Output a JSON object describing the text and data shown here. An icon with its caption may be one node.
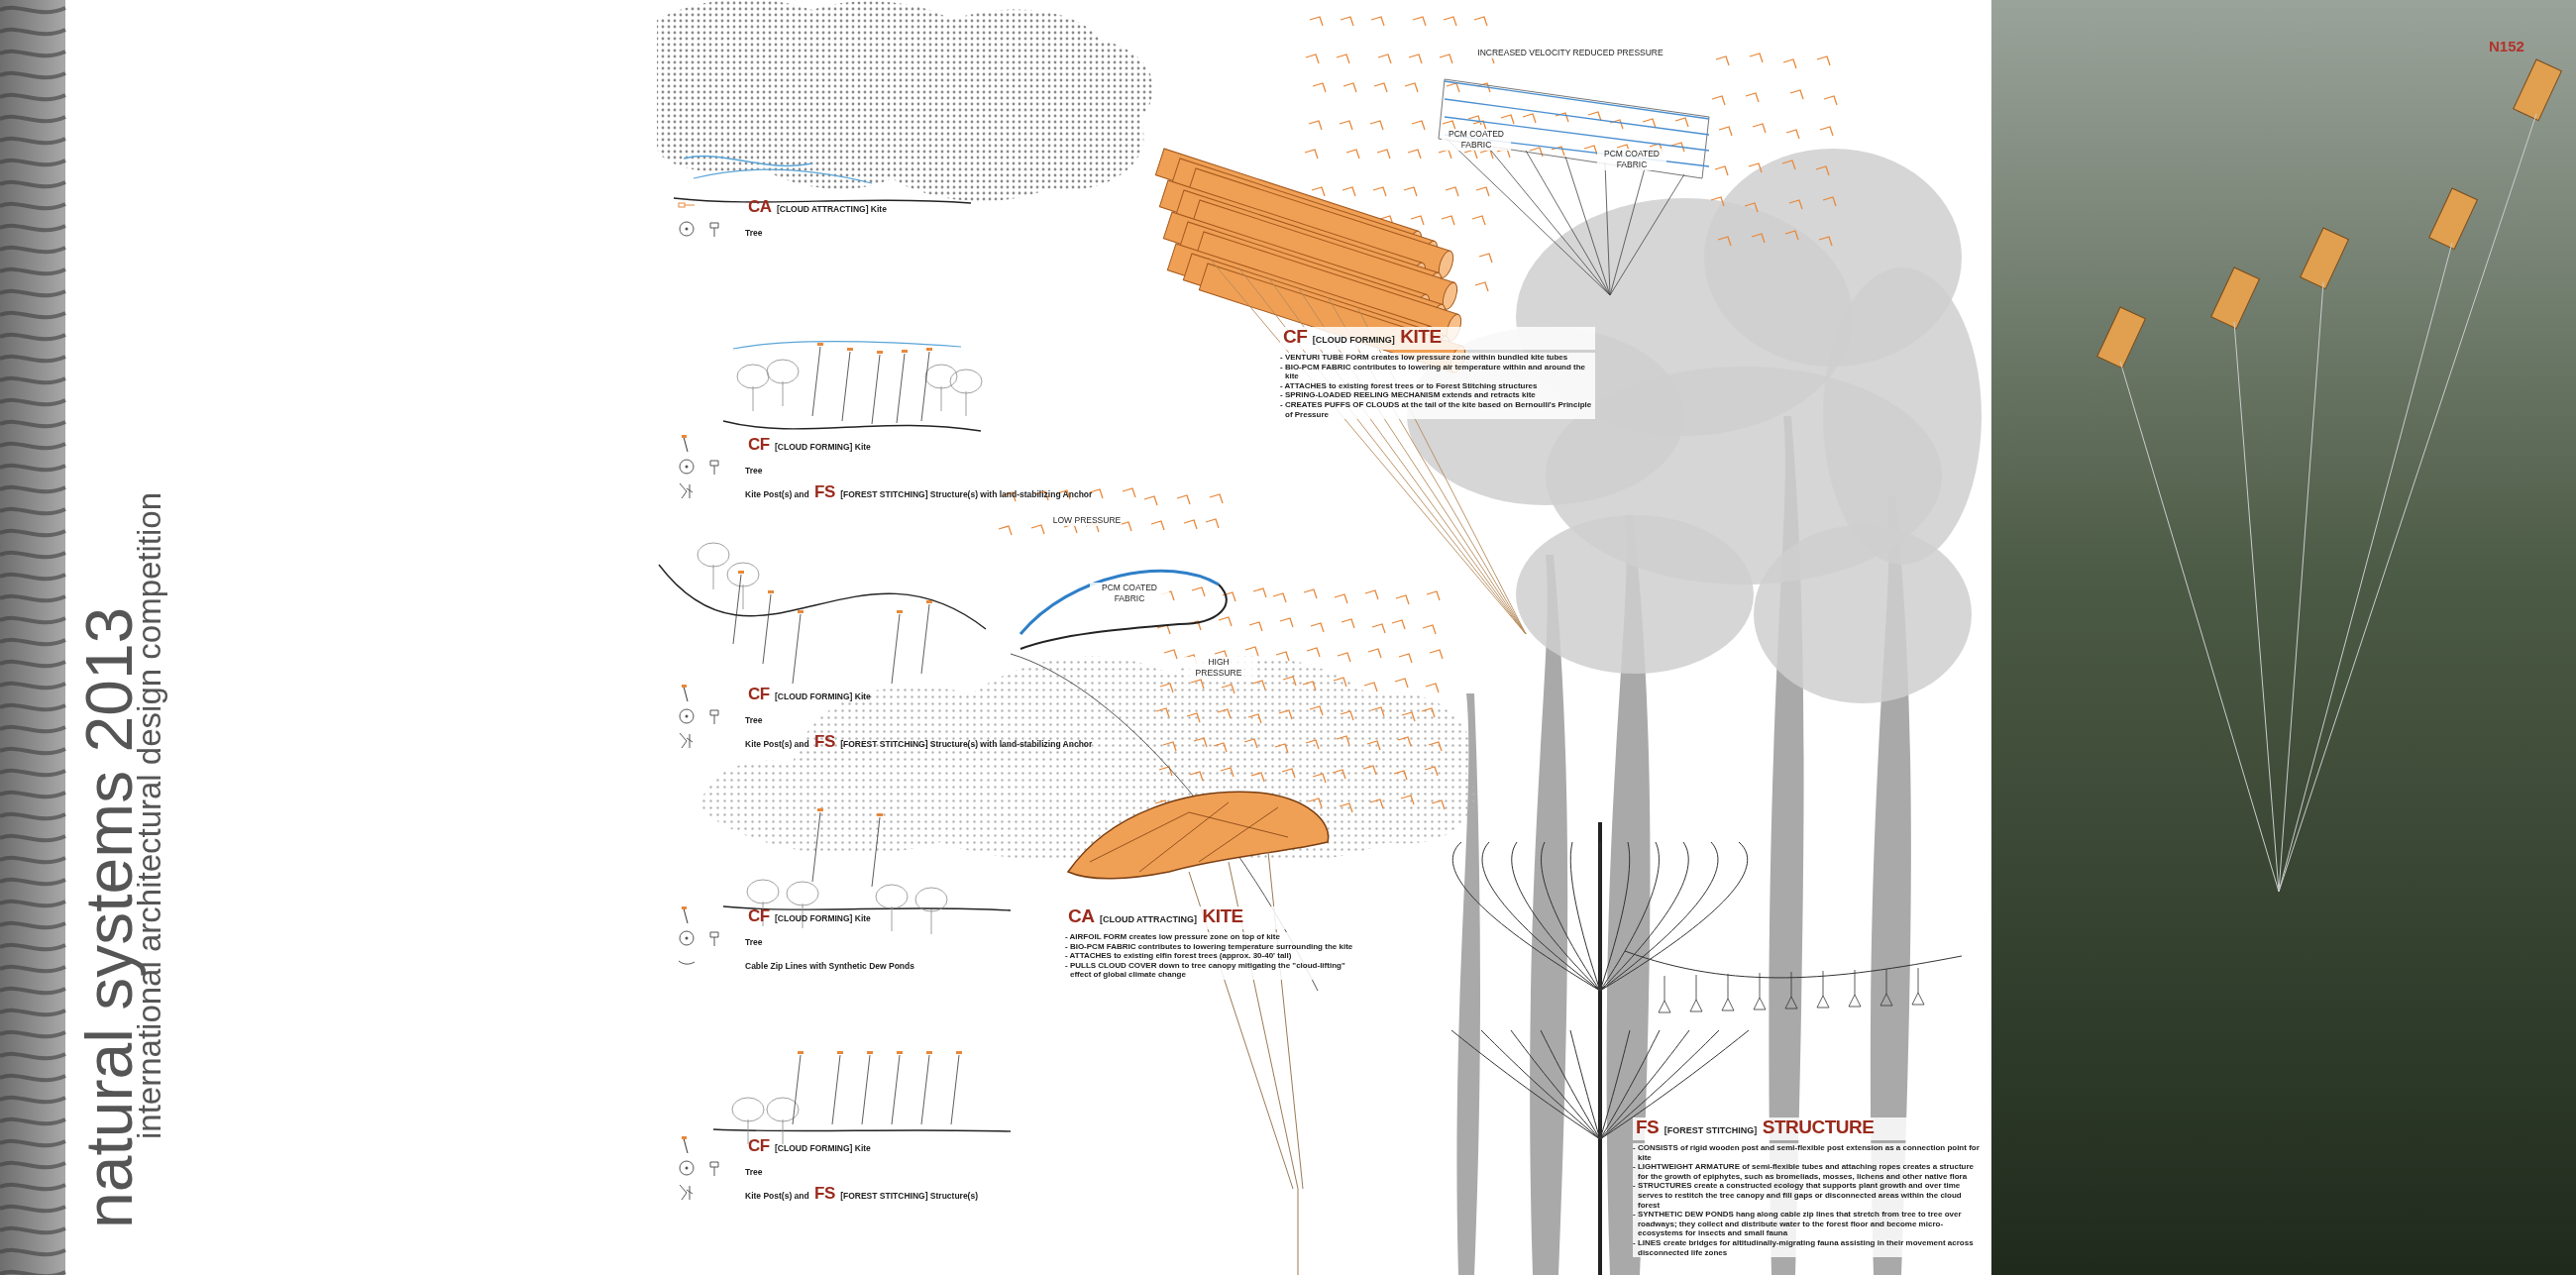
{
  "diagram": {
    "title": "natural systems 2013",
    "caption": "international architectural design competition",
    "labels": [
      "INCREASED VELOCITY REDUCED PRESSURE",
      "PCM COATED FABRIC",
      "PCM COATED FABRIC",
      "N152",
      "**CA** [CLOUD ATTRACTING] Kite",
      "Tree",
      "**CF** [CLOUD FORMING] **KITE**",
      "- VENTURI TUBE FORM creates low pressure zone within bundled kite tubes",
      "- BIO-PCM FABRIC contributes to lowering air temperature within and around the kite",
      "- ATTACHES to existing forest trees or to Forest Stitching structures",
      "- SPRING-LOADED REELING MECHANISM extends and retracts kite",
      "- CREATES PUFFS OF CLOUDS at the tail of the kite based on Bernoulli's Principle of Pressure",
      "**CF** [CLOUD FORMING] Kite",
      "Tree",
      "Kite Post(s) and **FS** [FOREST STITCHING] Structure(s) with land-stabilizing Anchor",
      "LOW PRESSURE",
      "PCM COATED FABRIC",
      "HIGH PRESSURE",
      "**CF** [CLOUD FORMING] Kite",
      "Tree",
      "Kite Post(s) and **FS** [FOREST STITCHING] Structure(s) with land-stabilizing Anchor",
      "**CF** [CLOUD FORMING] Kite",
      "Tree",
      "Cable Zip Lines with Synthetic Dew Ponds",
      "**CA** [CLOUD ATTRACTING] **KITE**",
      "- AIRFOIL FORM creates low pressure zone on top of kite",
      "- BIO-PCM FABRIC contributes to lowering temperature surrounding the kite",
      "- ATTACHES to existing elfin forest trees (approx. 30-40' tall)",
      "- PULLS CLOUD COVER down to tree canopy mitigating the \"cloud-lifting\" effect of global climate change",
      "**CF** [CLOUD FORMING] Kite",
      "Tree",
      "Kite Post(s) and **FS** [FOREST STITCHING] Structure(s)",
      "**FS** [FOREST STITCHING] **STRUCTURE**",
      "- CONSISTS of rigid wooden post and semi-flexible post extension as a connection point for kite",
      "- LIGHTWEIGHT ARMATURE of semi-flexible tubes and attaching ropes creates a structure for the growth of epiphytes, such as bromeliads, mosses, lichens and other native flora",
      "- STRUCTURES create a constructed ecology that supports plant growth and over time serves to restitch the tree canopy and fill gaps or disconnected areas within the cloud forest",
      "- SYNTHETIC DEW PONDS hang along cable zip lines that stretch from tree to tree over roadways; they collect and distribute water to the forest floor and become micro-ecosystems for insects and small fauna",
      "- LINES create bridges for altitudinally-migrating fauna assisting in their movement across disconnected life zones"
    ]
  }
}
